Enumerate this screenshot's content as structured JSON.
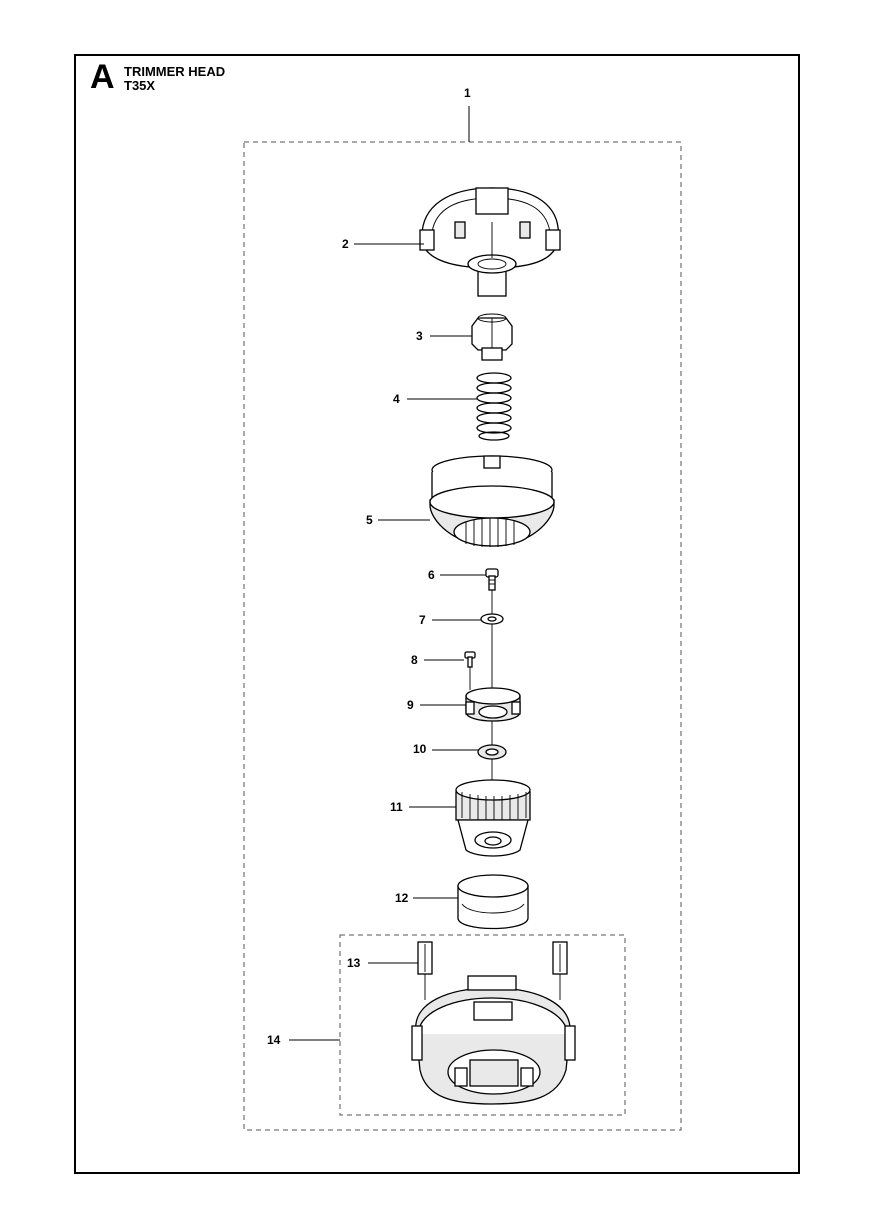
{
  "header": {
    "section_letter": "A",
    "title": "TRIMMER HEAD",
    "model": "T35X"
  },
  "callouts": {
    "c1": "1",
    "c2": "2",
    "c3": "3",
    "c4": "4",
    "c5": "5",
    "c6": "6",
    "c7": "7",
    "c8": "8",
    "c9": "9",
    "c10": "10",
    "c11": "11",
    "c12": "12",
    "c13": "13",
    "c14": "14"
  }
}
